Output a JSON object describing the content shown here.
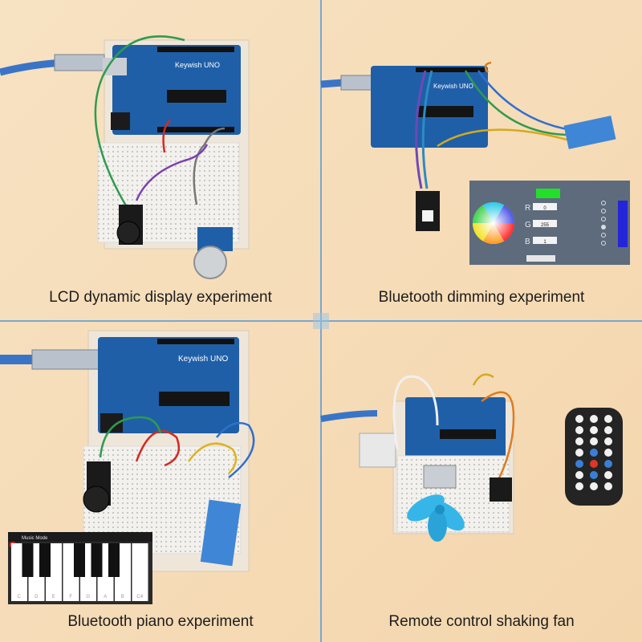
{
  "captions": {
    "top_left": "LCD dynamic display experiment",
    "top_right": "Bluetooth dimming experiment",
    "bottom_left": "Bluetooth piano experiment",
    "bottom_right": "Remote control shaking fan"
  },
  "board": {
    "brand": "Keywish",
    "model": "UNO"
  },
  "dimming_panel": {
    "labels": {
      "r": "R",
      "g": "G",
      "b": "B"
    },
    "values": {
      "r": "0",
      "g": "255",
      "b": "1"
    }
  },
  "piano_app": {
    "title": "Music Mode",
    "notes": [
      "C",
      "D",
      "E",
      "F",
      "G",
      "A",
      "B",
      "C4"
    ]
  },
  "colors": {
    "background": "#f6ddb8",
    "board": "#1f5fa8",
    "breadboard": "#f2f1ee",
    "divider": "#7aa7cf"
  }
}
